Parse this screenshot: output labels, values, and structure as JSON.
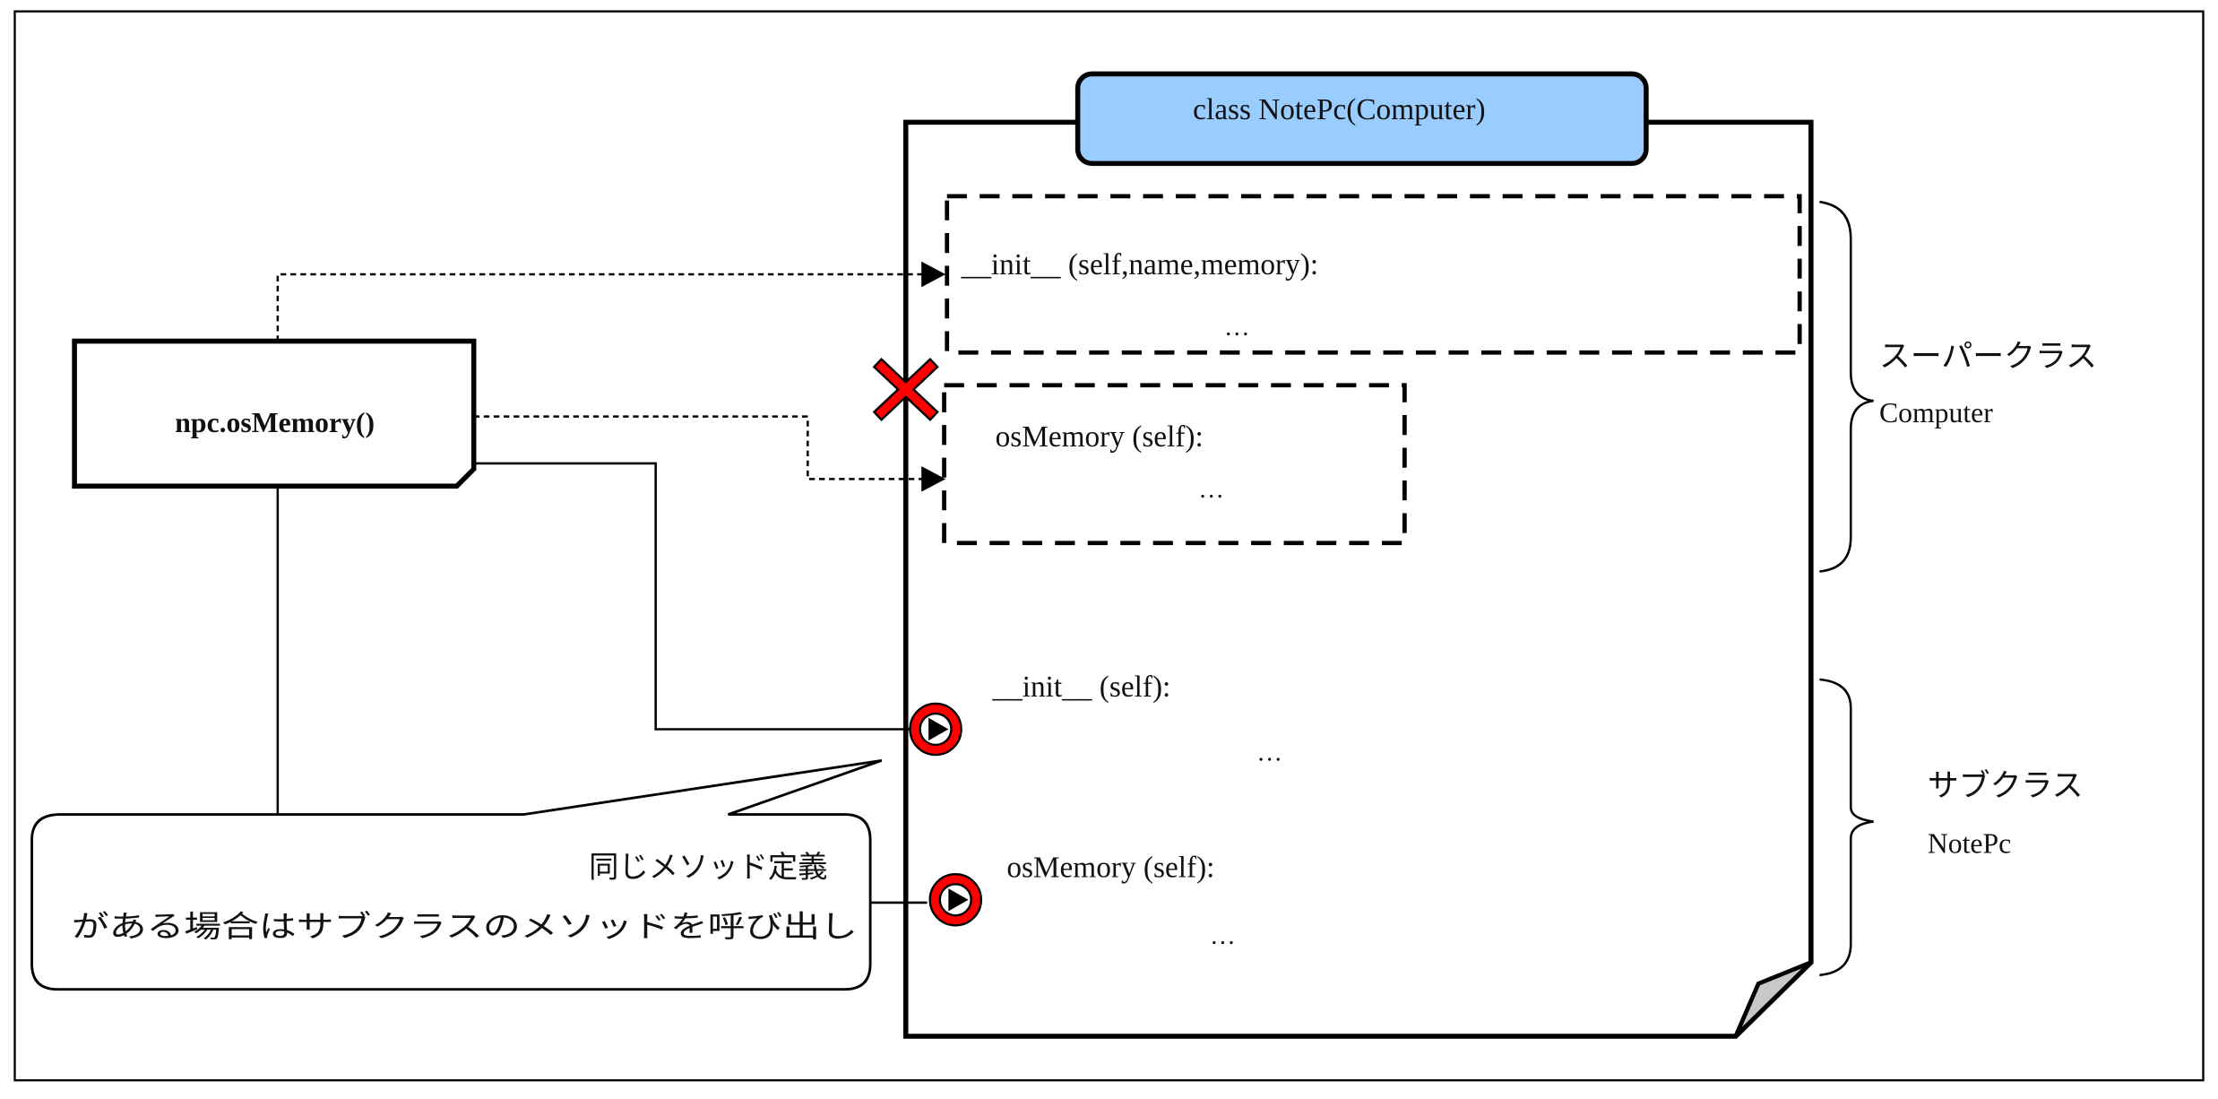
{
  "diagram": {
    "title": "Method override call resolution",
    "class_header": "class NotePc(Computer)",
    "caller": {
      "label": "npc.osMemory()",
      "color": "#0000ff"
    },
    "superclass_section": {
      "methods": [
        {
          "signature": "__init__ (self,name,memory):",
          "body": "…"
        },
        {
          "signature": "osMemory (self):",
          "body": "…",
          "blocked": true
        }
      ],
      "brace_label_jp": "スーパークラス",
      "brace_label_en": "Computer"
    },
    "subclass_section": {
      "methods": [
        {
          "signature": "__init__ (self):",
          "body": "…"
        },
        {
          "signature": "osMemory (self):",
          "body": "…"
        }
      ],
      "brace_label_jp": "サブクラス",
      "brace_label_en": "NotePc"
    },
    "callout": {
      "line1": "同じメソッド定義",
      "line2": "がある場合はサブクラスのメソッドを呼び出し",
      "line3": "・・・"
    },
    "markers": {
      "blocked": "x-mark",
      "called": "play-circle"
    },
    "colors": {
      "class_header_fill": "#99ccff",
      "marker_red": "#ff0000",
      "fold_gray": "#c8c8c8",
      "line": "#000000"
    }
  }
}
